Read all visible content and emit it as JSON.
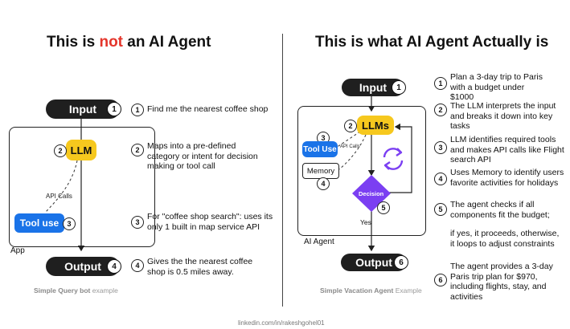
{
  "left": {
    "title_prefix": "This is ",
    "title_not": "not",
    "title_suffix": " an AI Agent",
    "input_label": "Input",
    "input_num": "1",
    "llm_label": "LLM",
    "llm_num": "2",
    "api_calls_label": "API Calls",
    "tool_label": "Tool use",
    "tool_num": "3",
    "app_label": "App",
    "output_label": "Output",
    "output_num": "4",
    "caption_bold": "Simple Query bot",
    "caption_rest": " example",
    "steps": [
      {
        "num": "1",
        "text": "Find me the nearest coffee shop"
      },
      {
        "num": "2",
        "text": "Maps into a pre-defined category or intent for decision making or tool call"
      },
      {
        "num": "3",
        "text": "For \"coffee shop search\": uses its only 1 built in map service API"
      },
      {
        "num": "4",
        "text": "Gives the the nearest coffee shop is 0.5 miles away."
      }
    ]
  },
  "right": {
    "title": "This is what AI Agent Actually is",
    "input_label": "Input",
    "input_num": "1",
    "llms_label": "LLMs",
    "llms_num": "2",
    "tool_label": "Tool Use",
    "tool_num": "3",
    "api_calls_label": "API Calls",
    "memory_label": "Memory",
    "memory_num": "4",
    "decision_label": "Decision",
    "decision_num": "5",
    "yes_label": "Yes",
    "frame_label": "AI Agent",
    "output_label": "Output",
    "output_num": "6",
    "caption_bold": "Simple Vacation Agent",
    "caption_rest": " Example",
    "steps": [
      {
        "num": "1",
        "text": "Plan a 3-day trip to Paris with a budget under $1000"
      },
      {
        "num": "2",
        "text": "The LLM interprets the input and breaks it down into key tasks"
      },
      {
        "num": "3",
        "text": "LLM identifies required tools and makes API calls like Flight search API"
      },
      {
        "num": "4",
        "text": "Uses Memory to identify users favorite activities for holidays"
      },
      {
        "num": "5",
        "text": "The agent checks if all components fit the budget;"
      },
      {
        "num": "",
        "text": "if yes, it proceeds, otherwise, it loops to adjust constraints"
      },
      {
        "num": "6",
        "text": "The agent provides a 3-day Paris trip plan for $970, including flights, stay, and activities"
      }
    ]
  },
  "footer": "linkedin.com/in/rakeshgohel01",
  "colors": {
    "accent_red": "#e4352b",
    "llm_yellow": "#f6c81e",
    "tool_blue": "#1a73e8",
    "decision_purple": "#7b3ff2",
    "pill_dark": "#1f1f1f"
  }
}
